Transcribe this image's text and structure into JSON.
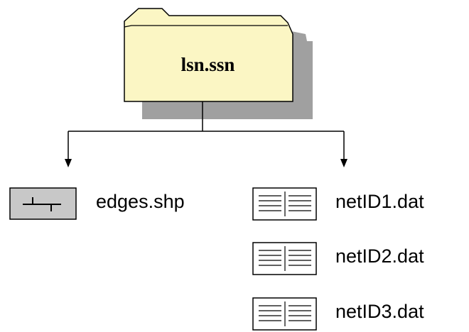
{
  "folder": {
    "name": "lsn.ssn",
    "icon": "folder-icon"
  },
  "shapefile": {
    "name": "edges.shp",
    "icon": "line-feature-icon"
  },
  "data_files": [
    {
      "name": "netID1.dat",
      "icon": "table-file-icon"
    },
    {
      "name": "netID2.dat",
      "icon": "table-file-icon"
    },
    {
      "name": "netID3.dat",
      "icon": "table-file-icon"
    }
  ],
  "colors": {
    "folder_fill": "#fbf6c4",
    "shadow": "#a0a0a0",
    "shapefile_fill": "#c8c8c8",
    "stroke": "#000000"
  }
}
